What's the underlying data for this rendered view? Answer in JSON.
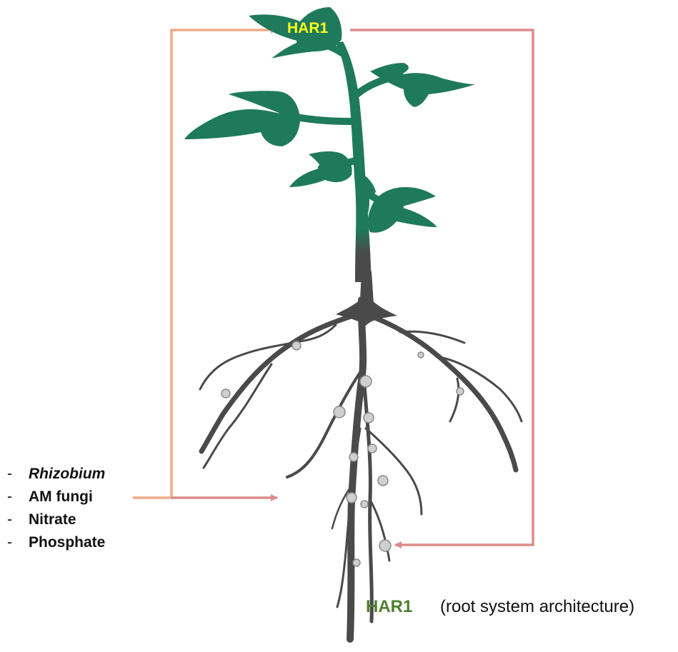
{
  "labels": {
    "har1_shoot": "HAR1",
    "har1_root": "HAR1",
    "root_architecture": "(root system architecture)"
  },
  "signals": [
    {
      "dash": "-",
      "text": "Rhizobium",
      "italic": true
    },
    {
      "dash": "-",
      "text": "AM fungi",
      "italic": false
    },
    {
      "dash": "-",
      "text": "Nitrate",
      "italic": false
    },
    {
      "dash": "-",
      "text": "Phosphate",
      "italic": false
    }
  ],
  "colors": {
    "shoot": "#1f7a5c",
    "root": "#4a4a4a",
    "nodule": "#cfcfcf",
    "arrow_up": "#eeaa88",
    "arrow_down": "#dc8c8c",
    "har1_shoot": "#ffff1a",
    "har1_root": "#4f7f2e"
  }
}
